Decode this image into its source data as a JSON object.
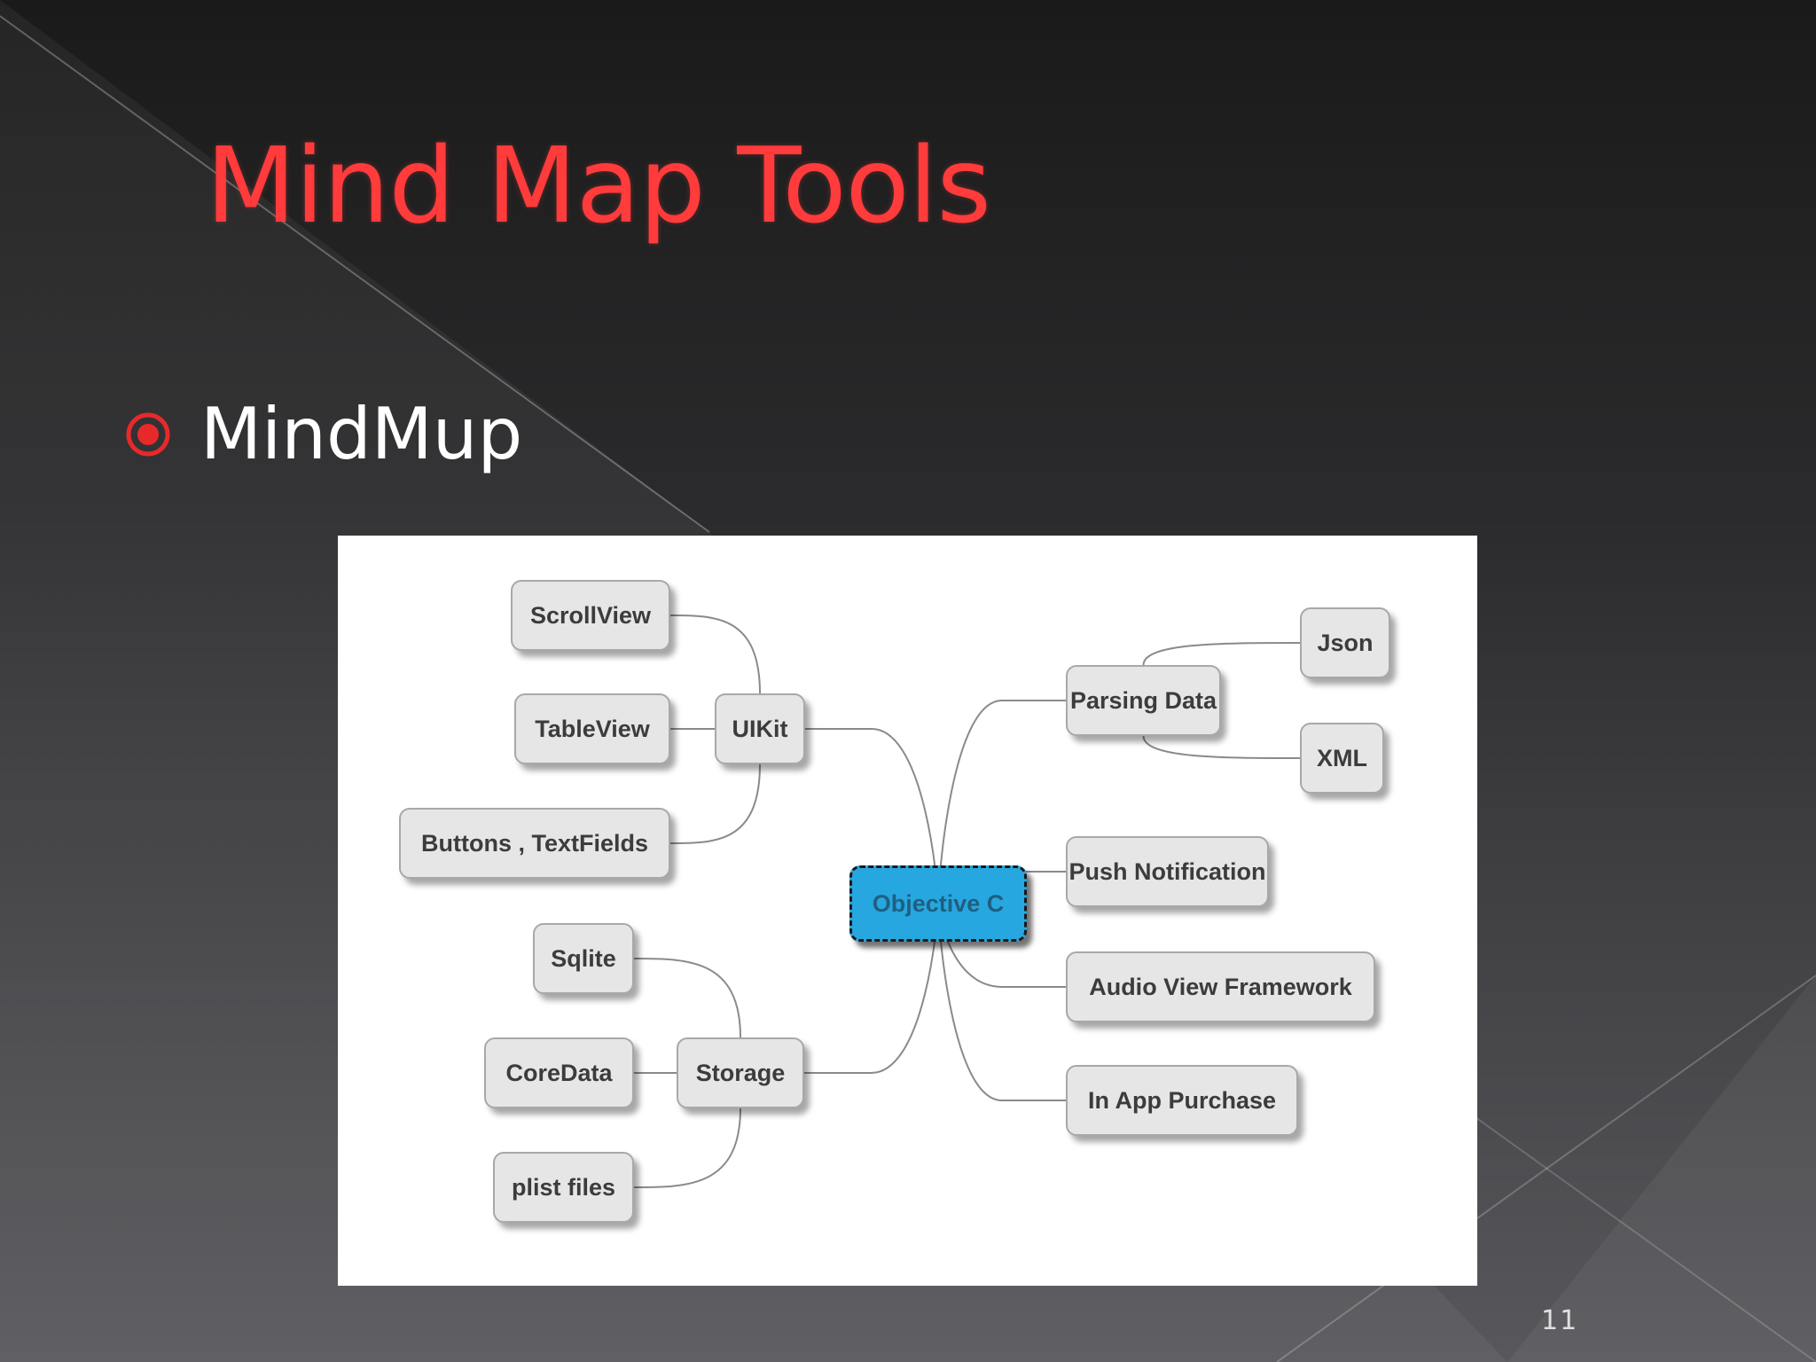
{
  "colors": {
    "title": "#ff3b3b",
    "bullet": "#e8292b",
    "root_node_fill": "#27a7df",
    "root_node_text": "#1f5f82"
  },
  "slide": {
    "title": "Mind Map Tools",
    "bullet_text": "MindMup",
    "page_number": "11"
  },
  "mindmap": {
    "root": {
      "id": "objective-c",
      "label": "Objective C"
    },
    "nodes": [
      {
        "id": "uikit",
        "label": "UIKit",
        "parent": "objective-c"
      },
      {
        "id": "scrollview",
        "label": "ScrollView",
        "parent": "uikit"
      },
      {
        "id": "tableview",
        "label": "TableView",
        "parent": "uikit"
      },
      {
        "id": "buttons-textfields",
        "label": "Buttons , TextFields",
        "parent": "uikit"
      },
      {
        "id": "storage",
        "label": "Storage",
        "parent": "objective-c"
      },
      {
        "id": "sqlite",
        "label": "Sqlite",
        "parent": "storage"
      },
      {
        "id": "coredata",
        "label": "CoreData",
        "parent": "storage"
      },
      {
        "id": "plist-files",
        "label": "plist files",
        "parent": "storage"
      },
      {
        "id": "parsing-data",
        "label": "Parsing Data",
        "parent": "objective-c"
      },
      {
        "id": "json",
        "label": "Json",
        "parent": "parsing-data"
      },
      {
        "id": "xml",
        "label": "XML",
        "parent": "parsing-data"
      },
      {
        "id": "push-notification",
        "label": "Push Notification",
        "parent": "objective-c"
      },
      {
        "id": "audio-view-framework",
        "label": "Audio View Framework",
        "parent": "objective-c"
      },
      {
        "id": "in-app-purchase",
        "label": "In App Purchase",
        "parent": "objective-c"
      }
    ]
  }
}
